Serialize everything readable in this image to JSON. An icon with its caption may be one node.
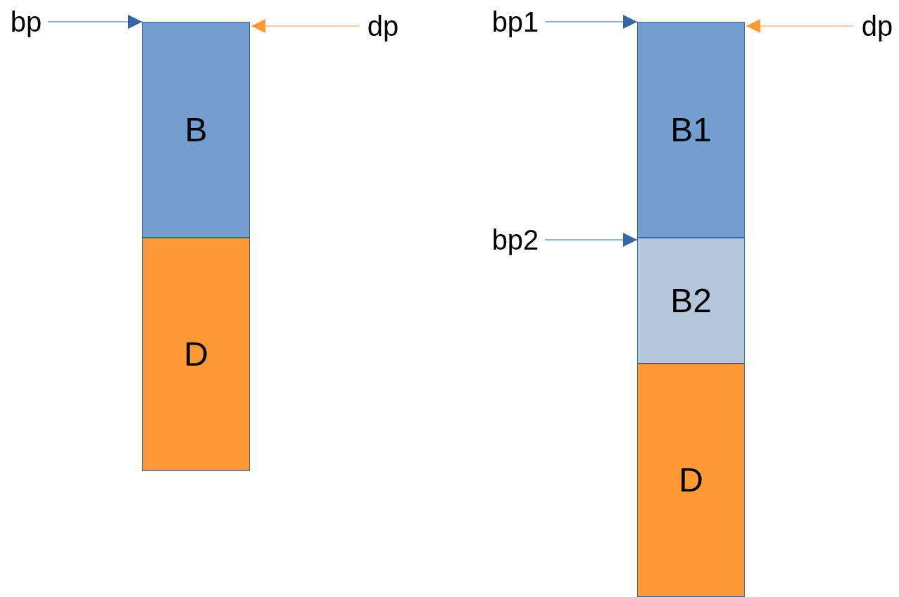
{
  "diagram": {
    "nodes": [
      {
        "text": [
          "bp"
        ]
      },
      {
        "text": [
          "B"
        ]
      },
      {
        "text": [
          "D"
        ]
      },
      {
        "text": [
          "dp"
        ]
      },
      {
        "text": [
          "bp1"
        ]
      },
      {
        "text": [
          "B1"
        ]
      },
      {
        "text": [
          "bp2"
        ]
      },
      {
        "text": [
          "B2"
        ]
      },
      {
        "text": [
          "D"
        ]
      },
      {
        "text": [
          "dp"
        ]
      }
    ],
    "edges": [
      {
        "from": 0,
        "to": 1,
        "arrow": "to",
        "color": "#3465a4"
      },
      {
        "from": 3,
        "to": 1,
        "arrow": "to",
        "color": "#ff9933"
      },
      {
        "from": 4,
        "to": 5,
        "arrow": "to",
        "color": "#3465a4"
      },
      {
        "from": 9,
        "to": 5,
        "arrow": "to",
        "color": "#ff9933"
      },
      {
        "from": 6,
        "to": 7,
        "arrow": "to",
        "color": "#3465a4"
      }
    ]
  }
}
